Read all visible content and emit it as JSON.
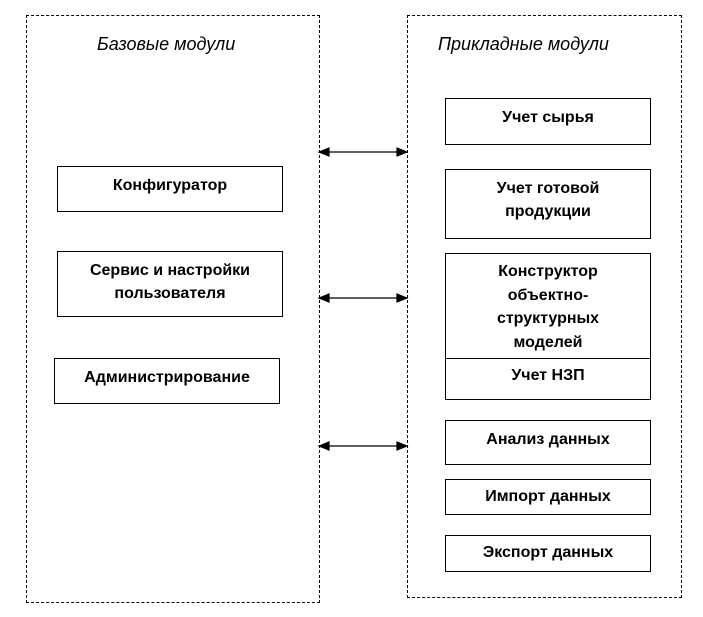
{
  "base_group": {
    "title": "Базовые модули",
    "modules": [
      {
        "id": "configurator",
        "label": "Конфигуратор"
      },
      {
        "id": "user-settings",
        "label": "Сервис и настройки\nпользователя"
      },
      {
        "id": "administration",
        "label": "Администрирование"
      }
    ]
  },
  "applied_group": {
    "title": "Прикладные модули",
    "modules": [
      {
        "id": "raw-accounting",
        "label": "Учет сырья"
      },
      {
        "id": "finished-goods",
        "label": "Учет готовой\nпродукции"
      },
      {
        "id": "model-constructor",
        "label": "Конструктор\nобъектно-\nструктурных\nмоделей"
      },
      {
        "id": "wip-accounting",
        "label": "Учет НЗП"
      },
      {
        "id": "data-analysis",
        "label": "Анализ данных"
      },
      {
        "id": "data-import",
        "label": "Импорт данных"
      },
      {
        "id": "data-export",
        "label": "Экспорт данных"
      }
    ]
  },
  "connections": {
    "count": 3,
    "style": "bidirectional-arrow"
  },
  "colors": {
    "stroke": "#000000",
    "background": "#ffffff"
  }
}
